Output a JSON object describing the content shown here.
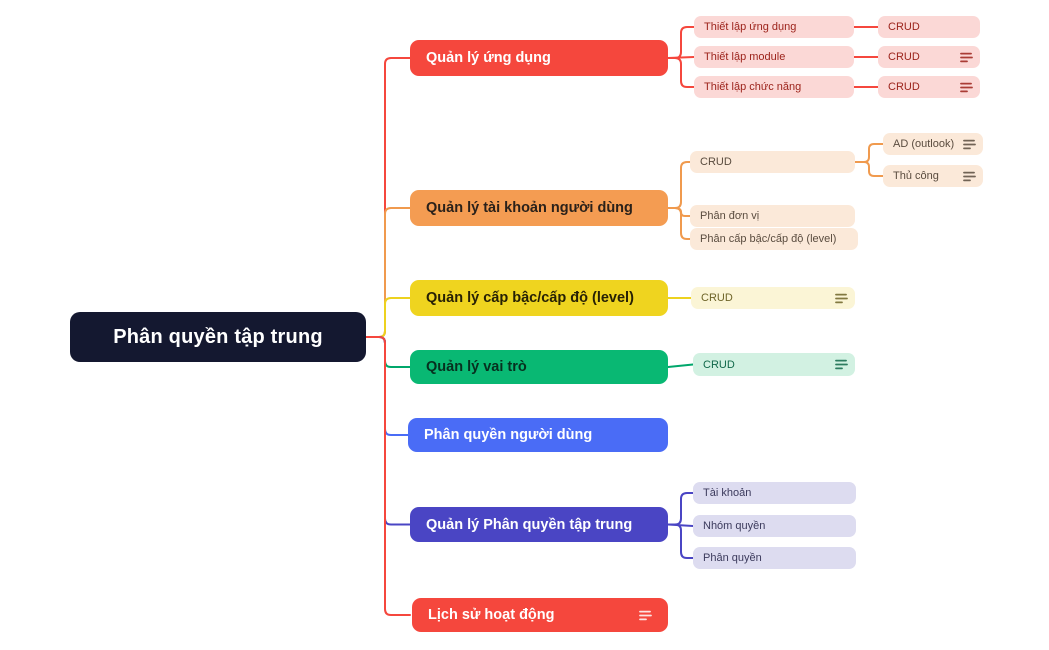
{
  "canvas": {
    "background": "#ffffff"
  },
  "root": {
    "label": "Phân quyền tập trung",
    "bg": "#141830",
    "text": "#ffffff"
  },
  "branches": [
    {
      "label": "Quản lý ứng dụng",
      "bg": "#F5473D",
      "text": "#ffffff",
      "link": "#F5473D",
      "child_bg": "#FBD8D6",
      "child_text": "#9C231B",
      "has_icon": false,
      "children": [
        {
          "label": "Thiết lập ứng dụng",
          "has_icon": false,
          "children": [
            {
              "label": "CRUD",
              "has_icon": false
            }
          ]
        },
        {
          "label": "Thiết lập module",
          "has_icon": false,
          "children": [
            {
              "label": "CRUD",
              "has_icon": true
            }
          ]
        },
        {
          "label": "Thiết lập chức năng",
          "has_icon": false,
          "children": [
            {
              "label": "CRUD",
              "has_icon": true
            }
          ]
        }
      ]
    },
    {
      "label": "Quản lý tài khoản người dùng",
      "bg": "#F49C52",
      "text": "#2A211A",
      "link": "#F09A4E",
      "child_bg": "#FBE9D9",
      "child_text": "#5A4C3F",
      "has_icon": false,
      "children": [
        {
          "label": "CRUD",
          "has_icon": false,
          "children": [
            {
              "label": "AD (outlook)",
              "has_icon": true
            },
            {
              "label": "Thủ công",
              "has_icon": true
            }
          ]
        },
        {
          "label": "Phân đơn vị",
          "has_icon": false,
          "children": []
        },
        {
          "label": "Phân cấp bậc/cấp độ (level)",
          "has_icon": false,
          "children": []
        }
      ]
    },
    {
      "label": "Quản lý cấp bậc/cấp độ (level)",
      "bg": "#EFD41F",
      "text": "#272105",
      "link": "#EDD21F",
      "child_bg": "#FBF5D6",
      "child_text": "#6E6428",
      "has_icon": false,
      "children": [
        {
          "label": "CRUD",
          "has_icon": true,
          "children": []
        }
      ]
    },
    {
      "label": "Quản lý vai trò",
      "bg": "#09B873",
      "text": "#07301F",
      "link": "#00A76B",
      "child_bg": "#D2F1E2",
      "child_text": "#11684A",
      "has_icon": false,
      "children": [
        {
          "label": "CRUD",
          "has_icon": true,
          "children": []
        }
      ]
    },
    {
      "label": "Phân quyền người dùng",
      "bg": "#4A6CF6",
      "text": "#ffffff",
      "link": "#4A6CF6",
      "child_bg": "#DDDCF0",
      "child_text": "#3B3A5C",
      "has_icon": false,
      "children": []
    },
    {
      "label": "Quản lý Phân quyền tập trung",
      "bg": "#4A45C4",
      "text": "#ffffff",
      "link": "#4A45C4",
      "child_bg": "#DDDCF0",
      "child_text": "#3B3A5C",
      "has_icon": false,
      "children": [
        {
          "label": "Tài khoản",
          "has_icon": false,
          "children": []
        },
        {
          "label": "Nhóm quyền",
          "has_icon": false,
          "children": []
        },
        {
          "label": "Phân quyền",
          "has_icon": false,
          "children": []
        }
      ]
    },
    {
      "label": "Lịch sử hoạt động",
      "bg": "#F5473D",
      "text": "#ffffff",
      "link": "#F5473D",
      "child_bg": "#FBD8D6",
      "child_text": "#9C231B",
      "has_icon": true,
      "children": []
    }
  ]
}
